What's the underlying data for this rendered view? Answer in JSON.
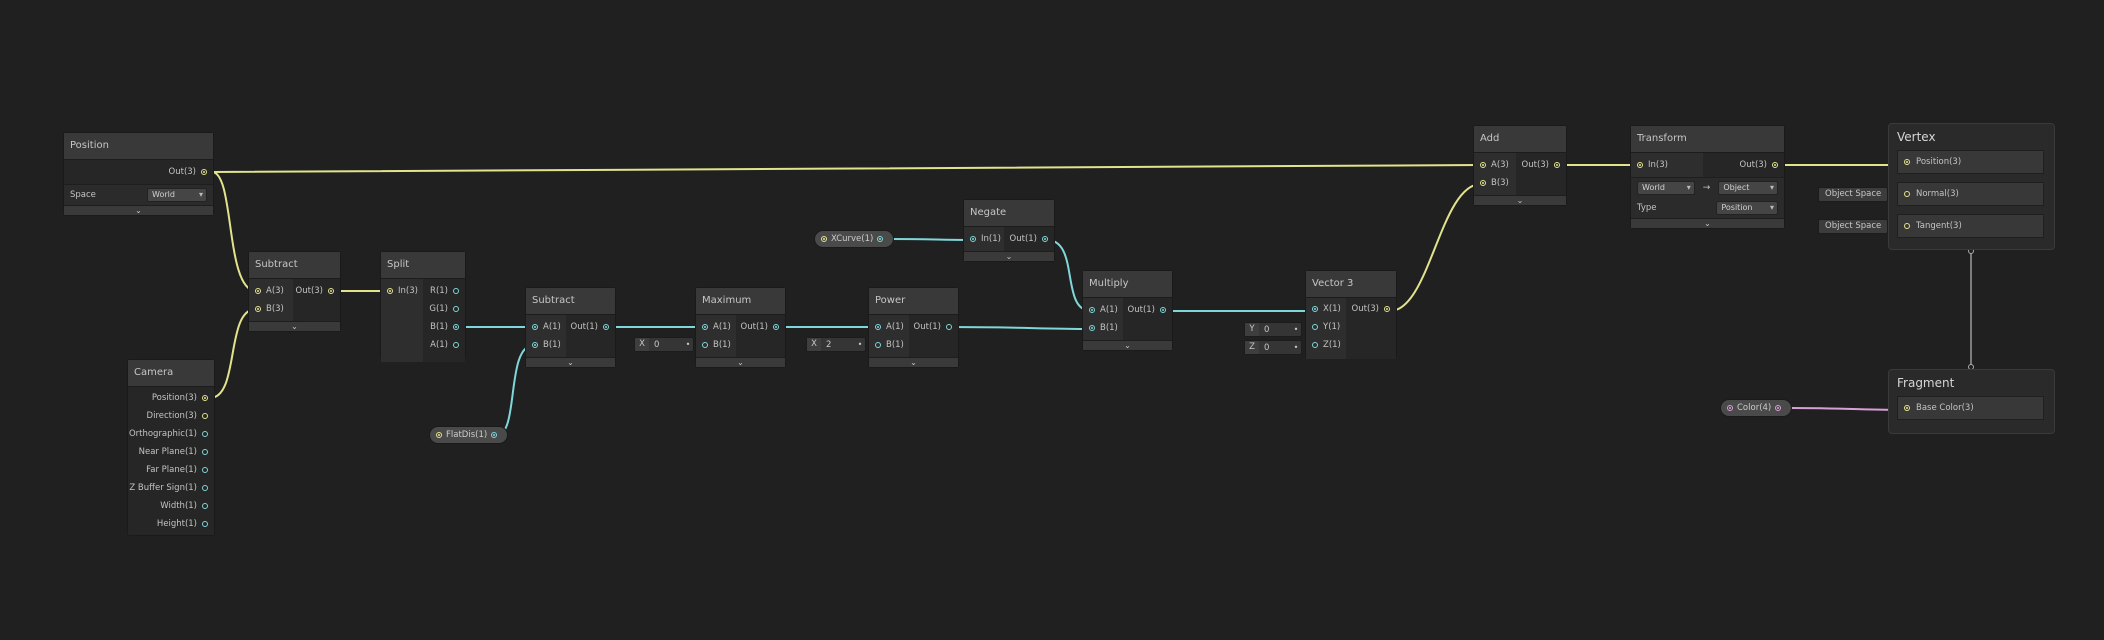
{
  "colors": {
    "vector3": "#e3e38d",
    "float": "#7fd7da",
    "color": "#d6a0d6",
    "background": "#202020"
  },
  "icons": {
    "collapse": "chevron-down-icon",
    "dropdown": "caret-down-icon",
    "arrow": "right-arrow-icon"
  },
  "nodes": {
    "position": {
      "title": "Position",
      "out": "Out(3)",
      "space_label": "Space",
      "space_value": "World"
    },
    "camera": {
      "title": "Camera",
      "outs": [
        "Position(3)",
        "Direction(3)",
        "Orthographic(1)",
        "Near Plane(1)",
        "Far Plane(1)",
        "Z Buffer Sign(1)",
        "Width(1)",
        "Height(1)"
      ]
    },
    "subtract1": {
      "title": "Subtract",
      "in_a": "A(3)",
      "in_b": "B(3)",
      "out": "Out(3)"
    },
    "split": {
      "title": "Split",
      "in": "In(3)",
      "outs": [
        "R(1)",
        "G(1)",
        "B(1)",
        "A(1)"
      ]
    },
    "subtract2": {
      "title": "Subtract",
      "in_a": "A(1)",
      "in_b": "B(1)",
      "out": "Out(1)"
    },
    "maximum": {
      "title": "Maximum",
      "in_a": "A(1)",
      "in_b": "B(1)",
      "out": "Out(1)",
      "b_field_label": "X",
      "b_field_value": "0"
    },
    "power": {
      "title": "Power",
      "in_a": "A(1)",
      "in_b": "B(1)",
      "out": "Out(1)",
      "b_field_label": "X",
      "b_field_value": "2"
    },
    "negate": {
      "title": "Negate",
      "in": "In(1)",
      "out": "Out(1)"
    },
    "multiply": {
      "title": "Multiply",
      "in_a": "A(1)",
      "in_b": "B(1)",
      "out": "Out(1)"
    },
    "vector3": {
      "title": "Vector 3",
      "in_x": "X(1)",
      "in_y": "Y(1)",
      "in_z": "Z(1)",
      "out": "Out(3)",
      "y_label": "Y",
      "y_value": "0",
      "z_label": "Z",
      "z_value": "0"
    },
    "add": {
      "title": "Add",
      "in_a": "A(3)",
      "in_b": "B(3)",
      "out": "Out(3)"
    },
    "transform": {
      "title": "Transform",
      "in": "In(3)",
      "out": "Out(3)",
      "from": "World",
      "to": "Object",
      "type_label": "Type",
      "type_value": "Position"
    }
  },
  "properties": {
    "xcurve": "XCurve(1)",
    "flatdis": "FlatDis(1)",
    "color": "Color(4)"
  },
  "vertex": {
    "title": "Vertex",
    "slots": [
      "Position(3)",
      "Normal(3)",
      "Tangent(3)"
    ],
    "normal_space": "Object Space",
    "tangent_space": "Object Space"
  },
  "fragment": {
    "title": "Fragment",
    "slots": [
      "Base Color(3)"
    ]
  }
}
